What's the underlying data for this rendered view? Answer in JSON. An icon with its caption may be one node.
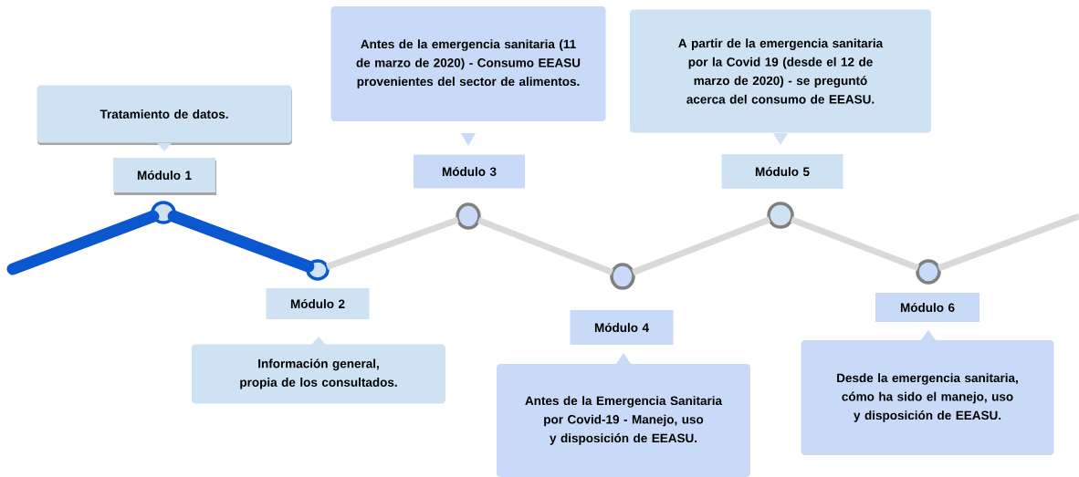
{
  "diagram": {
    "nodes": [
      {
        "text": [
          "Tratamiento de datos."
        ]
      },
      {
        "text": [
          "Módulo 1"
        ]
      },
      {
        "text": [],
        "shape": "circle"
      },
      {
        "text": [],
        "shape": "circle"
      },
      {
        "text": [
          "Módulo 2"
        ]
      },
      {
        "text": [
          "Información general, propia de los consultados."
        ]
      },
      {
        "text": [
          "Antes de la emergencia sanitaria (11 de marzo de 2020) - Consumo EEASU provenientes del sector de alimentos."
        ]
      },
      {
        "text": [
          "Módulo 3"
        ]
      },
      {
        "text": [],
        "shape": "circle"
      },
      {
        "text": [],
        "shape": "circle"
      },
      {
        "text": [
          "Módulo 4"
        ]
      },
      {
        "text": [
          "Antes de la Emergencia Sanitaria por Covid-19 - Manejo, uso y disposición de EEASU."
        ]
      },
      {
        "text": [
          "A partir de la emergencia sanitaria por la Covid 19 (desde el 12 de marzo de 2020) - se preguntó acerca del consumo de EEASU."
        ]
      },
      {
        "text": [
          "Módulo 5"
        ]
      },
      {
        "text": [],
        "shape": "circle"
      },
      {
        "text": [],
        "shape": "circle"
      },
      {
        "text": [
          "Módulo 6"
        ]
      },
      {
        "text": [
          "Desde la emergencia sanitaria, cómo ha sido el manejo, uso y disposición de EEASU."
        ]
      }
    ],
    "edges": [
      {
        "from": null,
        "to": 2,
        "arrow": "none",
        "style": "thick",
        "color": "#0b57d0"
      },
      {
        "from": 2,
        "to": 3,
        "arrow": "none",
        "style": "thick",
        "color": "#0b57d0"
      },
      {
        "from": 3,
        "to": 8,
        "arrow": "none"
      },
      {
        "from": 8,
        "to": 9,
        "arrow": "none"
      },
      {
        "from": 9,
        "to": 14,
        "arrow": "none"
      },
      {
        "from": 14,
        "to": 15,
        "arrow": "none"
      },
      {
        "from": 15,
        "to": null,
        "arrow": "none"
      }
    ]
  }
}
